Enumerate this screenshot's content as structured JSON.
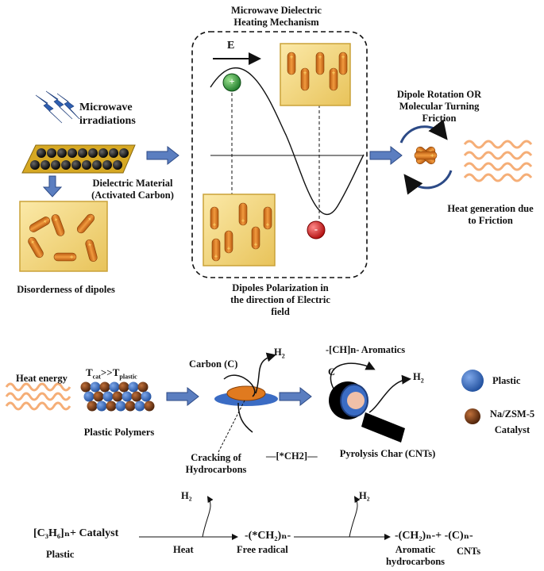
{
  "top": {
    "title_line1": "Microwave Dielectric",
    "title_line2": "Heating Mechanism",
    "e_label": "E",
    "microwave_line1": "Microwave",
    "microwave_line2": "irradiations",
    "dielectric_line1": "Dielectric Material",
    "dielectric_line2": "(Activated Carbon)",
    "disorder": "Disorderness of dipoles",
    "polar_line1": "Dipoles Polarization in",
    "polar_line2": "the direction of Electric",
    "polar_line3": "field",
    "rotation_line1": "Dipole Rotation OR",
    "rotation_line2": "Molecular Turning",
    "rotation_line3": "Friction",
    "heatgen_line1": "Heat generation due",
    "heatgen_line2": "to Friction",
    "plus": "+",
    "minus": "-"
  },
  "middle": {
    "heat_energy": "Heat energy",
    "tcat_a": "T",
    "tcat_sub_a": "cat",
    "tcat_op": ">>T",
    "tcat_sub_b": "plastic",
    "plastic_polymers": "Plastic Polymers",
    "carbon": "Carbon (C)",
    "h2_a": "H",
    "h2_a_sub": "2",
    "cracking_line1": "Cracking of",
    "cracking_line2": "Hydrocarbons",
    "ch2": "—[*CH2]—",
    "aromatics": "-[CH]n- Aromatics",
    "c_label": "C",
    "h2_b": "H",
    "h2_b_sub": "2",
    "char": "Pyrolysis Char (CNTs)",
    "legend_plastic": "Plastic",
    "legend_cat_line1": "Na/ZSM-5",
    "legend_cat_line2": "Catalyst"
  },
  "bottom": {
    "reactant": "[C₃H₆]ₙ+ Catalyst",
    "reactant_sub": "Plastic",
    "heat": "Heat",
    "h2_1": "H₂",
    "radical": "-(*CH₂)ₙ-",
    "radical_sub": "Free radical",
    "h2_2": "H₂",
    "product": "-(CH₂)ₙ-+ -(C)ₙ-",
    "aromatic_line1": "Aromatic",
    "aromatic_line2": "hydrocarbons",
    "cnts": "CNTs"
  },
  "colors": {
    "arrow_blue": "#3a5a9a",
    "panel_yellow": "#f3d97a",
    "dipole_orange": "#e07a1f",
    "plastic_blue": "#3b6cc4",
    "catalyst_brown": "#7a3e1a",
    "wave_orange": "#f4a060",
    "plus_green": "#2e9a3a",
    "minus_red": "#d42020"
  }
}
